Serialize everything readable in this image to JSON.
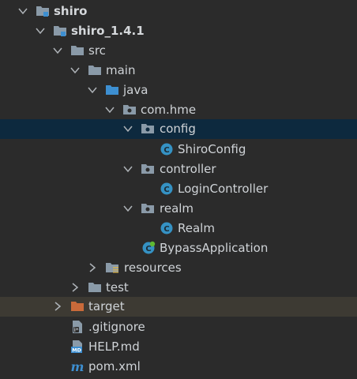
{
  "tree": {
    "root": "shiro",
    "module": "shiro_1.4.1",
    "src": "src",
    "main": "main",
    "java": "java",
    "package": "com.hme",
    "config": "config",
    "shiro_config": "ShiroConfig",
    "controller": "controller",
    "login_controller": "LoginController",
    "realm": "realm",
    "realm_class": "Realm",
    "app": "BypassApplication",
    "resources": "resources",
    "test": "test",
    "target": "target",
    "gitignore": ".gitignore",
    "help": "HELP.md",
    "pom": "pom.xml"
  },
  "colors": {
    "background": "#2b2b2b",
    "selected_row": "#0d293e",
    "excluded_row": "#3d3a33",
    "folder": "#8a9aa8",
    "source_folder": "#3d8fd1",
    "excluded_folder": "#c96a3a",
    "class_icon": "#3592c4",
    "text": "#cfd3d7"
  }
}
